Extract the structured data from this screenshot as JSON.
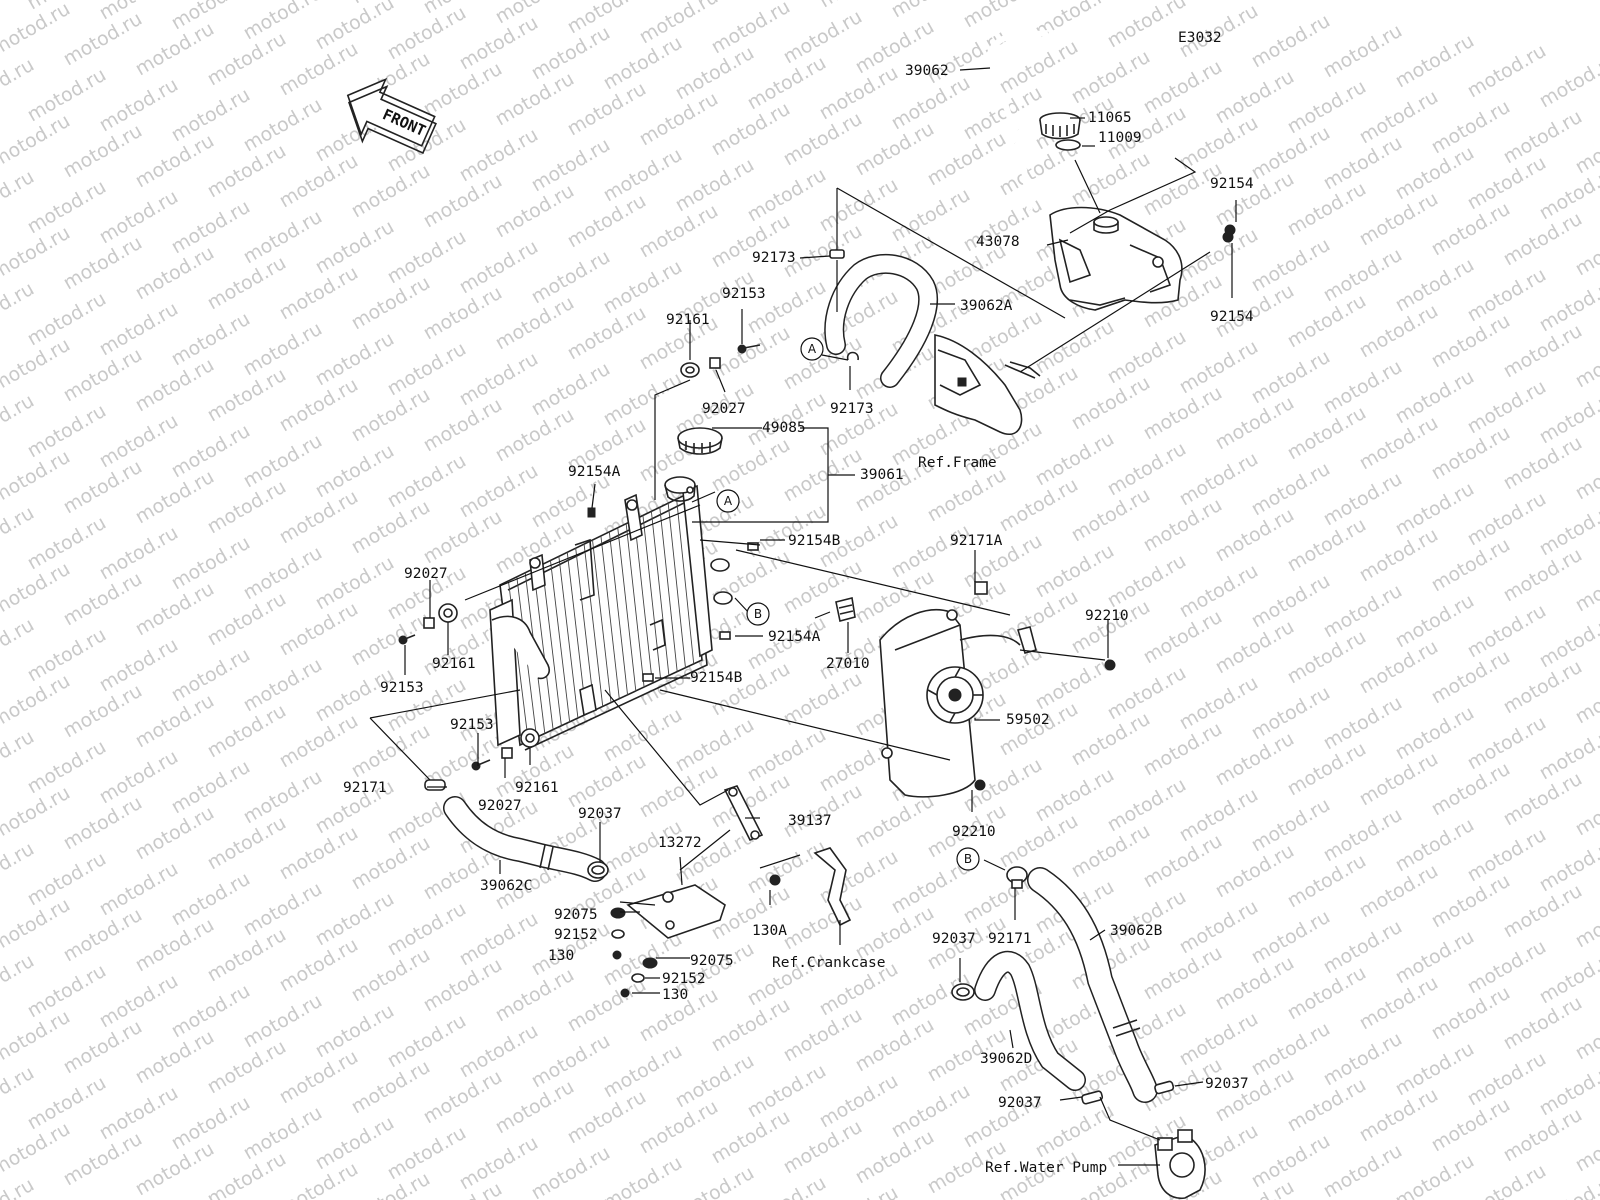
{
  "diagram": {
    "code": "E3032",
    "watermark": "motod.ru",
    "front_label": "FRONT",
    "parts": [
      {
        "id": "p39062",
        "label": "39062"
      },
      {
        "id": "p11065",
        "label": "11065"
      },
      {
        "id": "p11009",
        "label": "11009"
      },
      {
        "id": "p92154_top",
        "label": "92154"
      },
      {
        "id": "p43078",
        "label": "43078"
      },
      {
        "id": "p92154_mid",
        "label": "92154"
      },
      {
        "id": "p92173_a",
        "label": "92173"
      },
      {
        "id": "p39062A",
        "label": "39062A"
      },
      {
        "id": "p92153_top",
        "label": "92153"
      },
      {
        "id": "p92161_top",
        "label": "92161"
      },
      {
        "id": "p92173_b",
        "label": "92173"
      },
      {
        "id": "p92027_top",
        "label": "92027"
      },
      {
        "id": "p49085",
        "label": "49085"
      },
      {
        "id": "p39061",
        "label": "39061"
      },
      {
        "id": "refFrame",
        "label": "Ref.Frame"
      },
      {
        "id": "p92154A_top",
        "label": "92154A"
      },
      {
        "id": "p92154B_top",
        "label": "92154B"
      },
      {
        "id": "p92171A",
        "label": "92171A"
      },
      {
        "id": "p92027_left",
        "label": "92027"
      },
      {
        "id": "p92210_top",
        "label": "92210"
      },
      {
        "id": "p92154A_mid",
        "label": "92154A"
      },
      {
        "id": "p92161_left",
        "label": "92161"
      },
      {
        "id": "p27010",
        "label": "27010"
      },
      {
        "id": "p92153_left",
        "label": "92153"
      },
      {
        "id": "p92154B_mid",
        "label": "92154B"
      },
      {
        "id": "p59502",
        "label": "59502"
      },
      {
        "id": "p92153_low",
        "label": "92153"
      },
      {
        "id": "p92171_left",
        "label": "92171"
      },
      {
        "id": "p92027_low",
        "label": "92027"
      },
      {
        "id": "p92161_low",
        "label": "92161"
      },
      {
        "id": "p92037_left",
        "label": "92037"
      },
      {
        "id": "p39137",
        "label": "39137"
      },
      {
        "id": "p92210_low",
        "label": "92210"
      },
      {
        "id": "p13272",
        "label": "13272"
      },
      {
        "id": "p39062C",
        "label": "39062C"
      },
      {
        "id": "p92075_a",
        "label": "92075"
      },
      {
        "id": "p92152_a",
        "label": "92152"
      },
      {
        "id": "p130_a",
        "label": "130"
      },
      {
        "id": "p130A",
        "label": "130A"
      },
      {
        "id": "p92075_b",
        "label": "92075"
      },
      {
        "id": "p92152_b",
        "label": "92152"
      },
      {
        "id": "p130_b",
        "label": "130"
      },
      {
        "id": "refCrankcase",
        "label": "Ref.Crankcase"
      },
      {
        "id": "p39062B",
        "label": "39062B"
      },
      {
        "id": "p92037_mid",
        "label": "92037"
      },
      {
        "id": "p92171_right",
        "label": "92171"
      },
      {
        "id": "p39062D",
        "label": "39062D"
      },
      {
        "id": "p92037_r1",
        "label": "92037"
      },
      {
        "id": "p92037_r2",
        "label": "92037"
      },
      {
        "id": "refWaterPump",
        "label": "Ref.Water Pump"
      }
    ],
    "refs": [
      {
        "id": "refA1",
        "label": "A"
      },
      {
        "id": "refA2",
        "label": "A"
      },
      {
        "id": "refB1",
        "label": "B"
      },
      {
        "id": "refB2",
        "label": "B"
      }
    ]
  }
}
